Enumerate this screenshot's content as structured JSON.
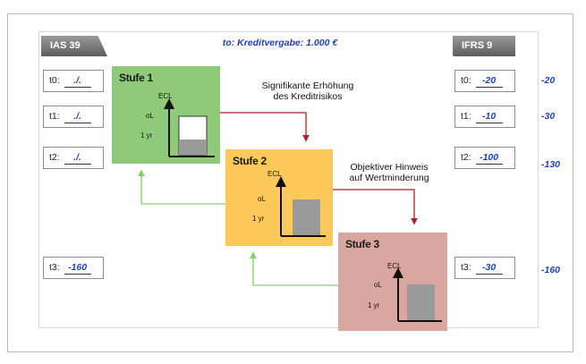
{
  "header": {
    "left_tab": "IAS 39",
    "right_tab": "IFRS 9",
    "title": "to:  Kreditvergabe: 1.000 €"
  },
  "ias39": [
    {
      "label": "t0:",
      "value": "./."
    },
    {
      "label": "t1:",
      "value": "./."
    },
    {
      "label": "t2:",
      "value": "./."
    },
    {
      "label": "t3:",
      "value": "-160"
    }
  ],
  "ifrs9": [
    {
      "label": "t0:",
      "value": "-20"
    },
    {
      "label": "t1:",
      "value": "-10"
    },
    {
      "label": "t2:",
      "value": "-100"
    },
    {
      "label": "t3:",
      "value": "-30"
    }
  ],
  "totals": [
    "-20",
    "-30",
    "-130",
    "-160"
  ],
  "stages": [
    {
      "title": "Stufe 1",
      "ecl": "ECL",
      "ol": "oL",
      "yr": "1 yr",
      "color": "#8fc97a"
    },
    {
      "title": "Stufe 2",
      "ecl": "ECL",
      "ol": "oL",
      "yr": "1 yr",
      "color": "#fcc95a"
    },
    {
      "title": "Stufe 3",
      "ecl": "ECL",
      "ol": "oL",
      "yr": "1 yr",
      "color": "#d9a6a0"
    }
  ],
  "notes": {
    "significant_increase": [
      "Signifikante Erhöhung",
      "des Kreditrisikos"
    ],
    "objective_evidence": [
      "Objektiver Hinweis",
      "auf Wertminderung"
    ]
  },
  "colors": {
    "arrow_down": "#b01e2a",
    "arrow_back": "#7fd06b",
    "value_text": "#1f3fbf"
  }
}
